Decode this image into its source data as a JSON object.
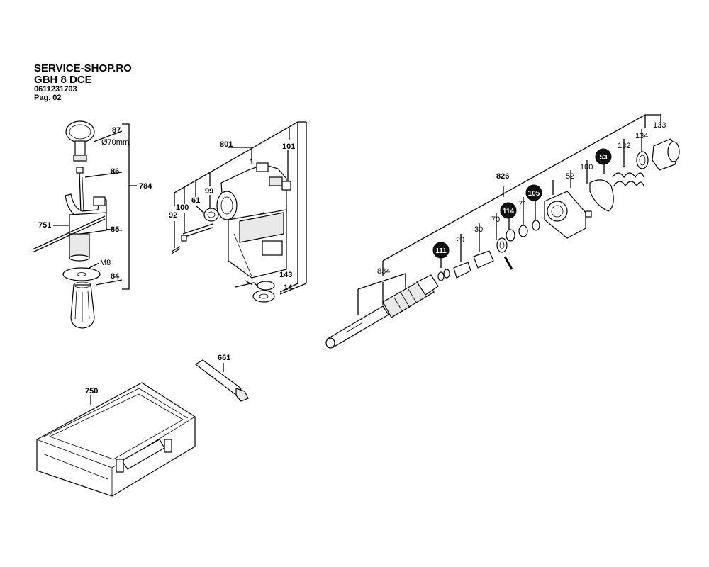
{
  "header": {
    "shop": "SERVICE-SHOP.RO",
    "model": "GBH 8 DCE",
    "part_no": "0611231703",
    "page": "Pag. 02"
  },
  "labels": {
    "p87": "87",
    "p70mm": "Ø70mm",
    "p86": "86",
    "p784": "784",
    "p751": "751",
    "p85": "85",
    "pM8": "M8",
    "p84": "84",
    "p801": "801",
    "p1": "1",
    "p101": "101",
    "p99": "99",
    "p61": "61",
    "p100a": "100",
    "p92": "92",
    "p143": "143",
    "p14": "14",
    "p661": "661",
    "p750": "750",
    "p826": "826",
    "p834": "834",
    "p29": "29",
    "p30": "30",
    "p70": "70",
    "p71": "71",
    "p52": "52",
    "p100b": "100",
    "p132": "132",
    "p134": "134",
    "p133": "133"
  },
  "badges": {
    "b111": "111",
    "b114": "114",
    "b105": "105",
    "b53": "53"
  },
  "colors": {
    "line": "#000000",
    "badge_fill": "#111111",
    "badge_text": "#ffffff"
  }
}
